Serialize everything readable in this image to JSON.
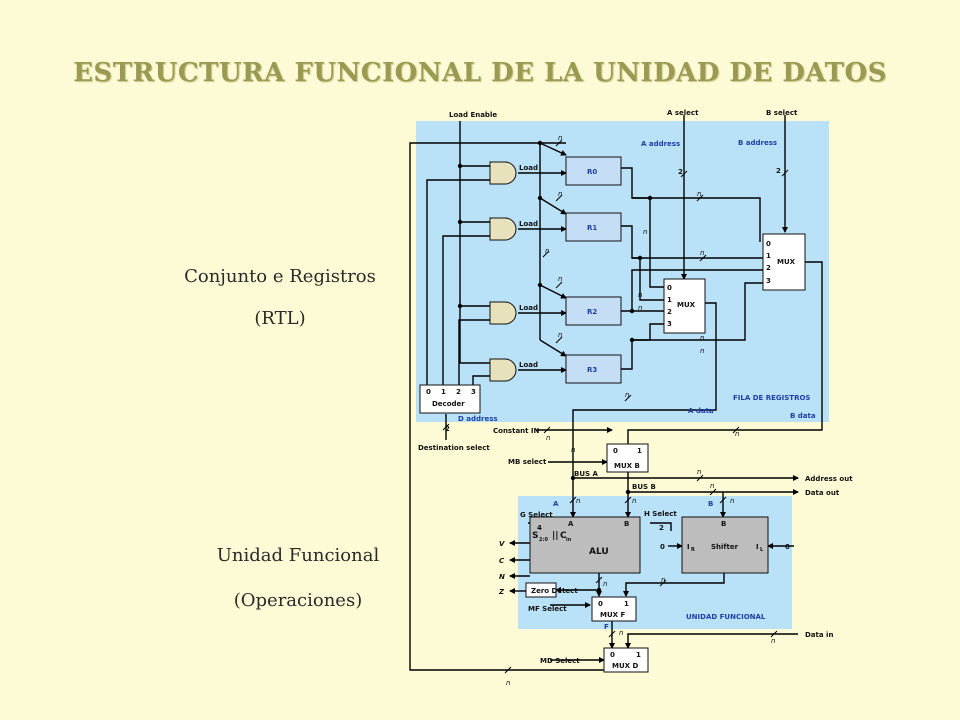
{
  "title": "ESTRUCTURA FUNCIONAL DE LA UNIDAD DE DATOS",
  "left_labels": {
    "registers_line1": "Conjunto e Registros",
    "registers_line2": "(RTL)",
    "functional_line1": "Unidad Funcional",
    "functional_line2": "(Operaciones)"
  },
  "colors": {
    "background": "#fdfbd5",
    "title": "#9a9a52",
    "panel": "#b9e1f7",
    "register": "#c6ddf6",
    "alu": "#bdbdbd"
  },
  "diagram": {
    "top_labels": {
      "load_enable": "Load Enable",
      "a_select": "A select",
      "b_select": "B select",
      "a_address": "A address",
      "b_address": "B address"
    },
    "registers": [
      "R0",
      "R1",
      "R2",
      "R3"
    ],
    "load_label": "Load",
    "n": "n",
    "two": "2",
    "four": "4",
    "zero": "0",
    "decoder": {
      "inputs": [
        "0",
        "1",
        "2",
        "3"
      ],
      "label": "Decoder",
      "d_address": "D address",
      "dest_select": "Destination select"
    },
    "mux_a": {
      "inputs": [
        "0",
        "1",
        "2",
        "3"
      ],
      "label": "MUX"
    },
    "mux_b": {
      "inputs": [
        "0",
        "1",
        "2",
        "3"
      ],
      "label": "MUX"
    },
    "register_file": {
      "name": "FILA DE REGISTROS",
      "a_data": "A data",
      "b_data": "B data"
    },
    "constant_in": "Constant IN",
    "mb_select": "MB select",
    "mux_mb": {
      "inputs": [
        "0",
        "1"
      ],
      "label": "MUX B"
    },
    "bus_a": "BUS A",
    "bus_b": "BUS B",
    "address_out": "Address out",
    "data_out": "Data out",
    "alu": {
      "a": "A",
      "b": "B",
      "label": "ALU",
      "s": "S",
      "s_sub": "2:0",
      "c": "C",
      "c_sub": "in",
      "sep": "||"
    },
    "g_select": "G Select",
    "h_select": "H Select",
    "shifter": {
      "b": "B",
      "label": "Shifter",
      "ir": "I",
      "ir_sub": "R",
      "il": "I",
      "il_sub": "L"
    },
    "flags": [
      "V",
      "C",
      "N",
      "Z"
    ],
    "zero_detect": "Zero Detect",
    "mf_select": "MF Select",
    "mux_f": {
      "inputs": [
        "0",
        "1"
      ],
      "label": "MUX F"
    },
    "f": "F",
    "functional_unit": "UNIDAD FUNCIONAL",
    "md_select": "MD Select",
    "mux_d": {
      "inputs": [
        "0",
        "1"
      ],
      "label": "MUX D"
    },
    "data_in": "Data in"
  }
}
